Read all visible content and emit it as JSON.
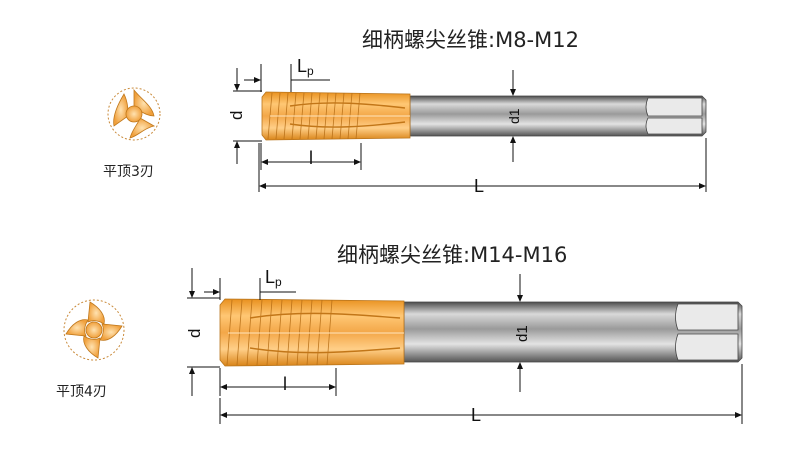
{
  "diagrams": [
    {
      "title": "细柄螺尖丝锥:M8-M12",
      "flute_label": "平顶3刃",
      "dims": {
        "d": "d",
        "d1": "d1",
        "Lp_main": "L",
        "Lp_sub": "p",
        "l": "l",
        "L": "L"
      }
    },
    {
      "title": "细柄螺尖丝锥:M14-M16",
      "flute_label": "平顶4刃",
      "dims": {
        "d": "d",
        "d1": "d1",
        "Lp_main": "L",
        "Lp_sub": "p",
        "l": "l",
        "L": "L"
      }
    }
  ],
  "colors": {
    "coating": "#f0a03c",
    "coating_light": "#ffd596",
    "shank": "#8a8a8a",
    "dimension": "#111111"
  }
}
